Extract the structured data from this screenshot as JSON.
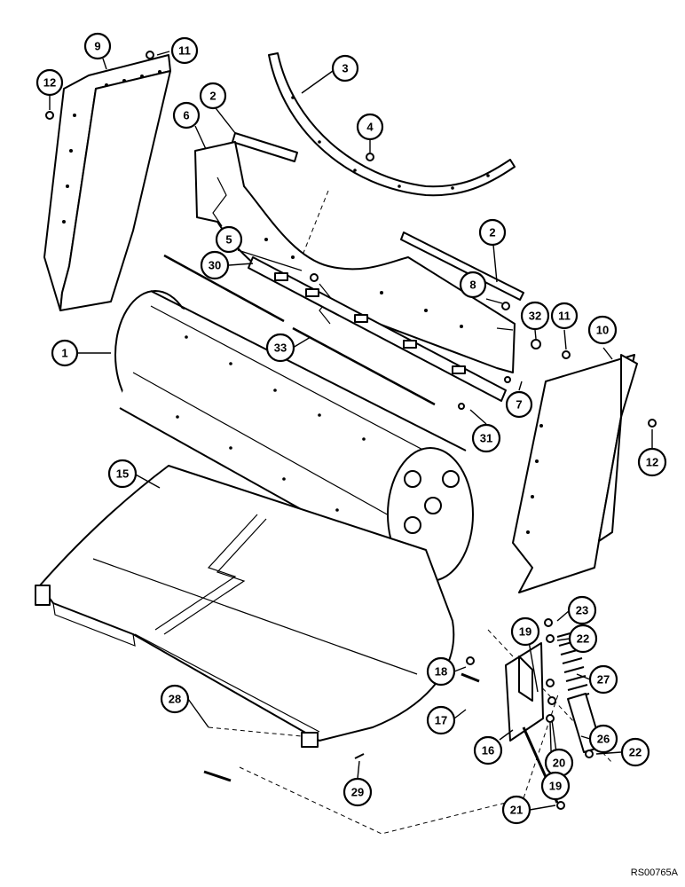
{
  "diagram": {
    "reference_code": "RS00765A",
    "callouts": [
      {
        "id": "c9",
        "label": "9"
      },
      {
        "id": "c11a",
        "label": "11"
      },
      {
        "id": "c12a",
        "label": "12"
      },
      {
        "id": "c3",
        "label": "3"
      },
      {
        "id": "c2a",
        "label": "2"
      },
      {
        "id": "c6",
        "label": "6"
      },
      {
        "id": "c4",
        "label": "4"
      },
      {
        "id": "c2b",
        "label": "2"
      },
      {
        "id": "c5",
        "label": "5"
      },
      {
        "id": "c30",
        "label": "30"
      },
      {
        "id": "c8",
        "label": "8"
      },
      {
        "id": "c32",
        "label": "32"
      },
      {
        "id": "c11b",
        "label": "11"
      },
      {
        "id": "c10",
        "label": "10"
      },
      {
        "id": "c1",
        "label": "1"
      },
      {
        "id": "c33",
        "label": "33"
      },
      {
        "id": "c7",
        "label": "7"
      },
      {
        "id": "c31",
        "label": "31"
      },
      {
        "id": "c12b",
        "label": "12"
      },
      {
        "id": "c15",
        "label": "15"
      },
      {
        "id": "c23",
        "label": "23"
      },
      {
        "id": "c19a",
        "label": "19"
      },
      {
        "id": "c22a",
        "label": "22"
      },
      {
        "id": "c18",
        "label": "18"
      },
      {
        "id": "c27",
        "label": "27"
      },
      {
        "id": "c17",
        "label": "17"
      },
      {
        "id": "c26",
        "label": "26"
      },
      {
        "id": "c28",
        "label": "28"
      },
      {
        "id": "c16",
        "label": "16"
      },
      {
        "id": "c20",
        "label": "20"
      },
      {
        "id": "c22b",
        "label": "22"
      },
      {
        "id": "c19b",
        "label": "19"
      },
      {
        "id": "c29",
        "label": "29"
      },
      {
        "id": "c21",
        "label": "21"
      }
    ]
  }
}
